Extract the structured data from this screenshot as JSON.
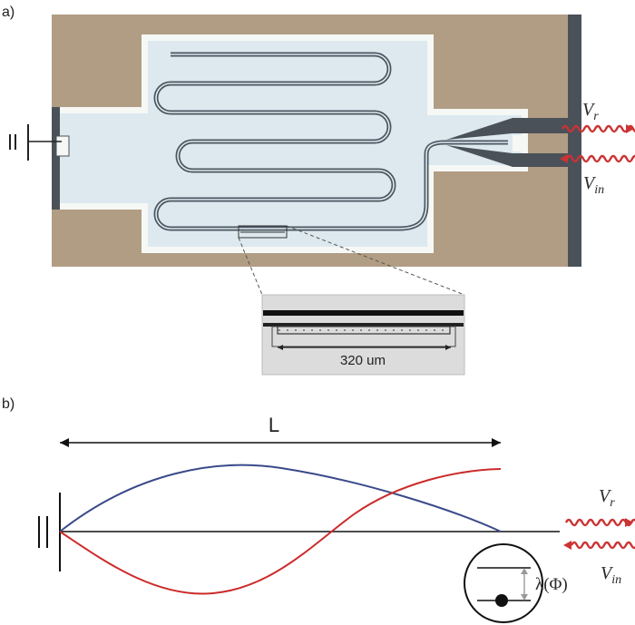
{
  "panels": {
    "a_label": "a)",
    "b_label": "b)"
  },
  "labels": {
    "v_r": "V",
    "v_r_sub": "r",
    "v_in": "V",
    "v_in_sub": "in",
    "inset_scale": "320 um",
    "length": "L",
    "lambda": "λ(Φ)"
  },
  "colors": {
    "substrate": "#b19d84",
    "film": "#dde9ef",
    "trace": "#4c5660",
    "feedline": "#4a5159",
    "wave_red": "#cc3333",
    "mode_blue": "#3a4a8a",
    "mode_red": "#cc2b2b"
  },
  "icons": [
    "ground-symbol-icon",
    "wave-arrow-right-icon",
    "wave-arrow-left-icon",
    "two-level-system-icon"
  ]
}
